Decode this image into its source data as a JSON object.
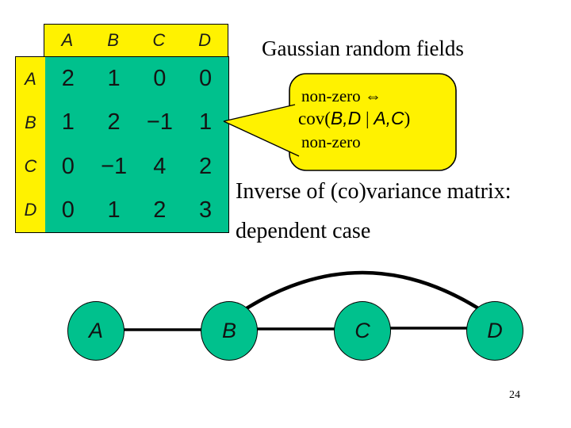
{
  "slide": {
    "title": "Gaussian random fields",
    "page_number": "24"
  },
  "matrix": {
    "description_visible": "inverse covariance matrix table",
    "col_headers": [
      "A",
      "B",
      "C",
      "D"
    ],
    "row_headers": [
      "A",
      "B",
      "C",
      "D"
    ],
    "rows": [
      [
        "2",
        "1",
        "0",
        "0"
      ],
      [
        "1",
        "2",
        "−1",
        "1"
      ],
      [
        "0",
        "−1",
        "4",
        "2"
      ],
      [
        "0",
        "1",
        "2",
        "3"
      ]
    ]
  },
  "callout": {
    "line1": "non-zero ⇔",
    "formula": {
      "p0": "cov(",
      "p1": "B,D",
      "p2": " | ",
      "p3": "A,C",
      "p4": ")"
    },
    "line3": "non-zero"
  },
  "captions": {
    "inverse": "Inverse of (co)variance matrix:",
    "dependent": "dependent case"
  },
  "graph": {
    "nodes": [
      {
        "label": "A"
      },
      {
        "label": "B"
      },
      {
        "label": "C"
      },
      {
        "label": "D"
      }
    ],
    "edges": [
      "A-B",
      "B-C",
      "C-D",
      "B-D-arc"
    ]
  },
  "colors": {
    "header_yellow": "#fff200",
    "callout_yellow": "#fff200",
    "cell_green": "#00c18d",
    "node_green": "#00c18d",
    "border_black": "#000000",
    "background": "#ffffff"
  }
}
